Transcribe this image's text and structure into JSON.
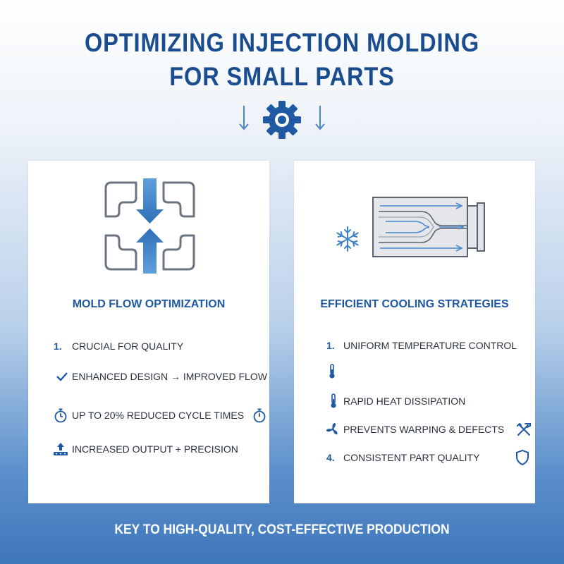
{
  "header": {
    "title_line1": "OPTIMIZING INJECTION MOLDING",
    "title_line2": "FOR SMALL PARTS",
    "icons": [
      "arrow-down-icon",
      "gear-icon",
      "arrow-down-icon"
    ]
  },
  "left_card": {
    "title": "MOLD FLOW OPTIMIZATION",
    "illustration": "mold-flow-icon",
    "items": [
      {
        "marker": "1.",
        "text": "CRUCIAL FOR QUALITY"
      },
      {
        "marker_icon": "checkmark-icon",
        "text": "ENHANCED DESIGN → IMPROVED FLOW"
      },
      {
        "marker_icon": "stopwatch-icon",
        "text": "UP TO 20% REDUCED CYCLE TIMES",
        "trailing_icon": "stopwatch-icon"
      },
      {
        "marker_icon": "output-increase-icon",
        "text": "INCREASED OUTPUT + PRECISION"
      }
    ]
  },
  "right_card": {
    "title": "EFFICIENT COOLING STRATEGIES",
    "illustration": "cooling-channel-mold-icon",
    "items": [
      {
        "marker": "1.",
        "text": "UNIFORM TEMPERATURE CONTROL"
      },
      {
        "marker_icon": "thermometer-icon",
        "text": ""
      },
      {
        "marker_icon": "thermometer-icon",
        "text": "RAPID HEAT DISSIPATION"
      },
      {
        "marker_icon": "fan-icon",
        "text": "PREVENTS WARPING & DEFECTS",
        "trailing_icon": "tools-icon"
      },
      {
        "marker": "4.",
        "text": "CONSISTENT PART QUALITY",
        "trailing_icon": "shield-icon"
      }
    ]
  },
  "footer": {
    "text": "KEY TO HIGH-QUALITY, COST-EFFECTIVE PRODUCTION"
  },
  "colors": {
    "primary": "#1a4d8f",
    "accent": "#3b82c4",
    "text": "#2b3240"
  }
}
